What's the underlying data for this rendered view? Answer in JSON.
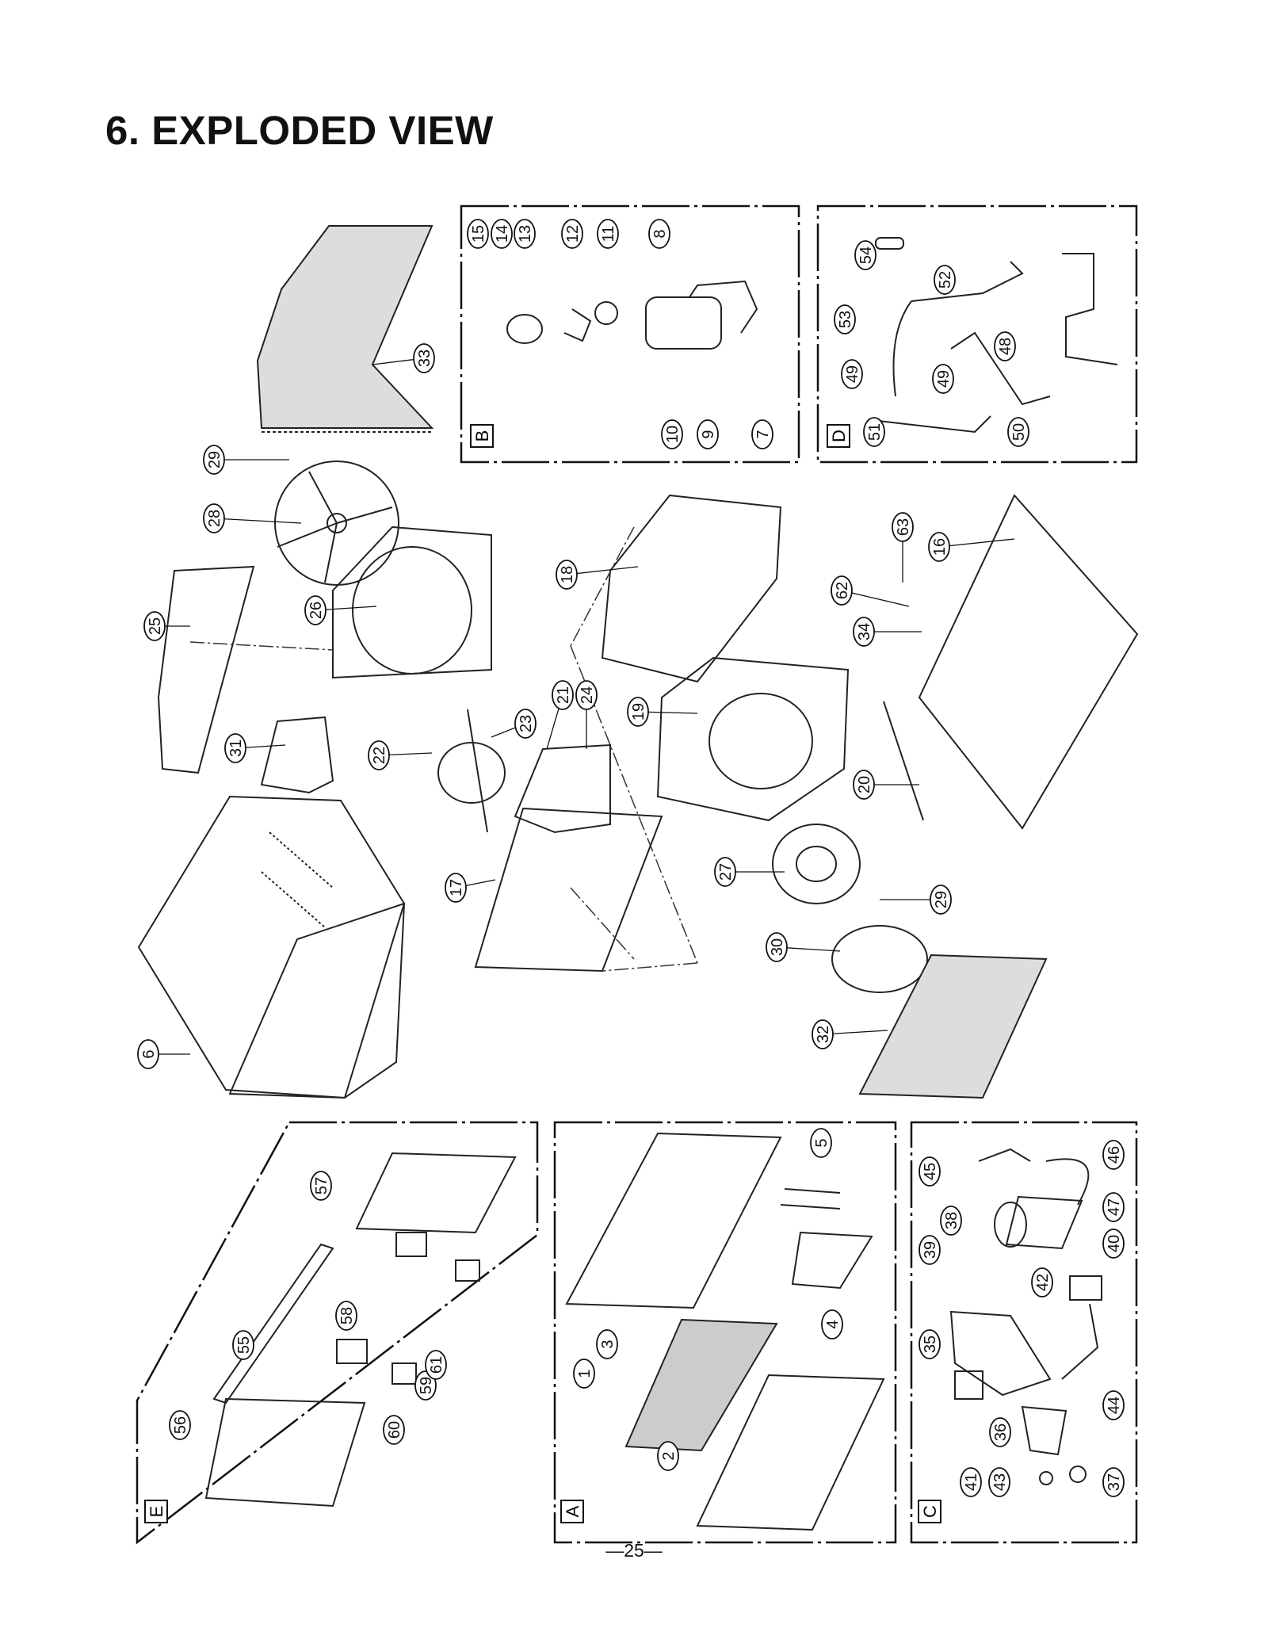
{
  "page": {
    "title": "6. EXPLODED VIEW",
    "page_number": "—25—"
  },
  "panels": [
    {
      "id": "B",
      "letter": "B",
      "labels": [
        "15",
        "14",
        "13",
        "12",
        "11",
        "8",
        "10",
        "9",
        "7"
      ]
    },
    {
      "id": "D",
      "letter": "D",
      "labels": [
        "54",
        "52",
        "53",
        "48",
        "49",
        "49",
        "51",
        "50"
      ]
    },
    {
      "id": "E",
      "letter": "E",
      "labels": [
        "57",
        "59",
        "58",
        "55",
        "61",
        "60",
        "56"
      ]
    },
    {
      "id": "A",
      "letter": "A",
      "labels": [
        "5",
        "4",
        "3",
        "1",
        "2"
      ]
    },
    {
      "id": "C",
      "letter": "C",
      "labels": [
        "45",
        "46",
        "38",
        "47",
        "39",
        "40",
        "42",
        "35",
        "44",
        "36",
        "41",
        "43",
        "37"
      ]
    }
  ],
  "main_labels": [
    "33",
    "29",
    "28",
    "25",
    "26",
    "31",
    "22",
    "23",
    "21",
    "24",
    "18",
    "19",
    "17",
    "63",
    "16",
    "62",
    "34",
    "20",
    "27",
    "29",
    "30",
    "32",
    "6"
  ]
}
